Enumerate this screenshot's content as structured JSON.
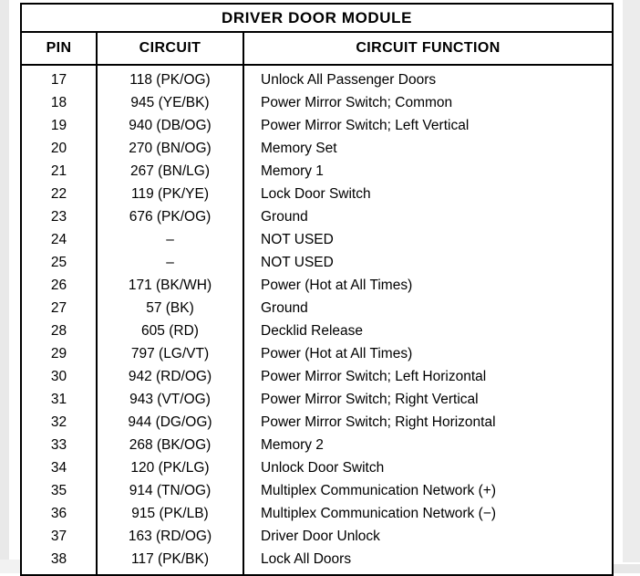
{
  "document": {
    "title": "DRIVER DOOR MODULE",
    "background_color": "#ffffff",
    "ink_color": "#000000",
    "scan_margin_color": "#e9e9e9"
  },
  "table": {
    "columns": [
      "PIN",
      "CIRCUIT",
      "CIRCUIT FUNCTION"
    ],
    "rows": [
      {
        "pin": "17",
        "circuit": "118 (PK/OG)",
        "function": "Unlock All Passenger Doors"
      },
      {
        "pin": "18",
        "circuit": "945 (YE/BK)",
        "function": "Power Mirror Switch; Common"
      },
      {
        "pin": "19",
        "circuit": "940 (DB/OG)",
        "function": "Power Mirror Switch; Left Vertical"
      },
      {
        "pin": "20",
        "circuit": "270 (BN/OG)",
        "function": "Memory Set"
      },
      {
        "pin": "21",
        "circuit": "267 (BN/LG)",
        "function": "Memory 1"
      },
      {
        "pin": "22",
        "circuit": "119 (PK/YE)",
        "function": "Lock Door Switch"
      },
      {
        "pin": "23",
        "circuit": "676 (PK/OG)",
        "function": "Ground"
      },
      {
        "pin": "24",
        "circuit": "–",
        "function": "NOT USED"
      },
      {
        "pin": "25",
        "circuit": "–",
        "function": "NOT USED"
      },
      {
        "pin": "26",
        "circuit": "171 (BK/WH)",
        "function": "Power (Hot at All Times)"
      },
      {
        "pin": "27",
        "circuit": "57 (BK)",
        "function": "Ground"
      },
      {
        "pin": "28",
        "circuit": "605 (RD)",
        "function": "Decklid Release"
      },
      {
        "pin": "29",
        "circuit": "797 (LG/VT)",
        "function": "Power (Hot at All Times)"
      },
      {
        "pin": "30",
        "circuit": "942 (RD/OG)",
        "function": "Power Mirror Switch; Left Horizontal"
      },
      {
        "pin": "31",
        "circuit": "943 (VT/OG)",
        "function": "Power Mirror Switch; Right Vertical"
      },
      {
        "pin": "32",
        "circuit": "944 (DG/OG)",
        "function": "Power Mirror Switch; Right Horizontal"
      },
      {
        "pin": "33",
        "circuit": "268 (BK/OG)",
        "function": "Memory 2"
      },
      {
        "pin": "34",
        "circuit": "120 (PK/LG)",
        "function": "Unlock Door Switch"
      },
      {
        "pin": "35",
        "circuit": "914 (TN/OG)",
        "function": "Multiplex Communication Network (+)"
      },
      {
        "pin": "36",
        "circuit": "915 (PK/LB)",
        "function": "Multiplex Communication Network (−)"
      },
      {
        "pin": "37",
        "circuit": "163 (RD/OG)",
        "function": "Driver Door Unlock"
      },
      {
        "pin": "38",
        "circuit": "117 (PK/BK)",
        "function": "Lock All Doors"
      }
    ]
  }
}
